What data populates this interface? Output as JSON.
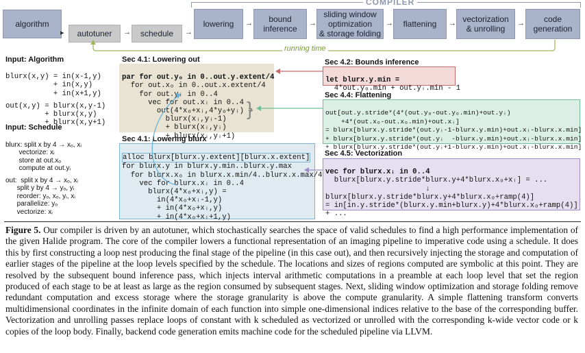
{
  "compiler_label": "COMPILER",
  "running_time_label": "running time",
  "stages": {
    "algorithm": "algorithm",
    "autotuner": "autotuner",
    "schedule": "schedule",
    "lowering": "lowering",
    "bound_inference": [
      "bound",
      "inference"
    ],
    "sliding_window": [
      "sliding window",
      "optimization",
      "& storage folding"
    ],
    "flattening": "flattening",
    "vectorization": [
      "vectorization",
      "& unrolling"
    ],
    "codegen": [
      "code",
      "generation"
    ]
  },
  "input_algorithm": {
    "title": "Input: Algorithm",
    "lines": [
      "blurx(x,y) = in(x-1,y)",
      "           + in(x,y)",
      "           + in(x+1,y)",
      "out(x,y) = blurx(x,y-1)",
      "         + blurx(x,y)",
      "         + blurx(x,y+1)"
    ]
  },
  "input_schedule": {
    "title": "Input: Schedule",
    "lines": [
      "blurx: split x by 4 → xₒ, xᵢ",
      "       vectorize: xᵢ",
      "       store at out.xₒ",
      "       compute at out.yᵢ",
      "out:  split x by 4 → xₒ, xᵢ",
      "      split y by 4 → yₒ, yᵢ",
      "      reorder: yₒ, xₒ, yᵢ, xᵢ",
      "      parallelize: yₒ",
      "      vectorize: xᵢ"
    ]
  },
  "sec_lowering_out": {
    "title": "Sec 4.1: Lowering out",
    "lines": [
      "par for out.yₒ in 0..out.y.extent/4",
      "  for out.xₒ in 0..out.x.extent/4",
      "    for out.yᵢ in 0..4",
      "      vec for out.xᵢ in 0..4",
      "        out(4*xₒ+xᵢ,4*yₒ+yᵢ) =",
      "          blurx(xᵢ,yᵢ-1)",
      "          + blurx(xᵢ,yᵢ)",
      "          + blurx(xᵢ,yᵢ+1)"
    ]
  },
  "sec_lowering_blurx": {
    "title": "Sec 4.1: Lowering blurx",
    "lines": [
      "alloc blurx[blurx.y.extent][blurx.x.extent]",
      "for blurx.y in blurx.y.min..blurx.y.max",
      "  for blurx.xₒ in blurx.x.min/4..blurx.x.max/4",
      "    vec for blurx.xᵢ in 0..4",
      "      blurx(4*xₒ+xᵢ,y) =",
      "        in(4*xₒ+xᵢ-1,y)",
      "        + in(4*xₒ+xᵢ,y)",
      "        + in(4*xₒ+xᵢ+1,y)"
    ]
  },
  "sec_bounds": {
    "title": "Sec 4.2: Bounds inference",
    "lines": [
      "let blurx.y.min =",
      "  4*out.yₒ.min + out.yᵢ.min - 1"
    ]
  },
  "sec_flattening": {
    "title": "Sec 4.4: Flattening",
    "lines": [
      "out[out.y.stride*(4*(out.yₒ-out.yₒ.min)+out.yᵢ)",
      "    +4*(out.xₒ-out.xₒ.min)+out.xᵢ]",
      "= blurx[blurx.y.stride*(out.yᵢ-1-blurx.y.min)+out.xᵢ-blurx.x.min]",
      "+ blurx[blurx.y.stride*(out.yᵢ  -blurx.y.min)+out.xᵢ-blurx.x.min]",
      "+ blurx[blurx.y.stride*(out.yᵢ+1-blurx.y.min)+out.xᵢ-blurx.x.min]"
    ]
  },
  "sec_vectorization": {
    "title": "Sec 4.5: Vectorization",
    "lines": [
      "vec for blurx.xᵢ in 0..4",
      "  blurx[blurx.y.stride*blurx.y+4*blurx.xₒ+xᵢ] = ...",
      "                       ↓",
      "blurx[blurx.y.stride*blurx.y+4*blurx.xₒ+ramp(4)]",
      "= in[in.y.stride*(blurx.y.min+blurx.y)+4*blurx.xₒ+ramp(4)]",
      "+ ..."
    ]
  },
  "caption": {
    "figure": "Figure 5.",
    "text": " Our compiler is driven by an autotuner, which stochastically searches the space of valid schedules to find a high performance implementation of the given Halide program. The core of the compiler lowers a functional representation of an imaging pipeline to imperative code using a schedule. It does this by first constructing a loop nest producing the final stage of the pipeline (in this case out), and then recursively injecting the storage and computation of earlier stages of the pipeline at the loop levels specified by the schedule. The locations and sizes of regions computed are symbolic at this point. They are resolved by the subsequent bound inference pass, which injects interval arithmetic computations in a preamble at each loop level that set the region produced of each stage to be at least as large as the region consumed by subsequent stages. Next, sliding window optimization and storage folding remove redundant computation and excess storage where the storage granularity is above the compute granularity. A simple flattening transform converts multidimensional coordinates in the infinite domain of each function into simple one-dimensional indices relative to the base of the corresponding buffer. Vectorization and unrolling passes replace loops of constant with k scheduled as vectorized or unrolled with the corresponding k-wide vector code or k copies of the loop body. Finally, backend code generation emits machine code for the scheduled pipeline via LLVM."
  },
  "colors": {
    "stage_box": "#a9b3c9",
    "ghost_box": "#c9c9c9",
    "lowering_out_bg": "#e9e3d3",
    "lowering_blurx_bg": "#dfeaf1",
    "bounds_bg": "#f5dada",
    "flattening_bg": "#dcefe6",
    "vectorization_bg": "#e6dff0",
    "running_time": "#7a9a3a"
  }
}
